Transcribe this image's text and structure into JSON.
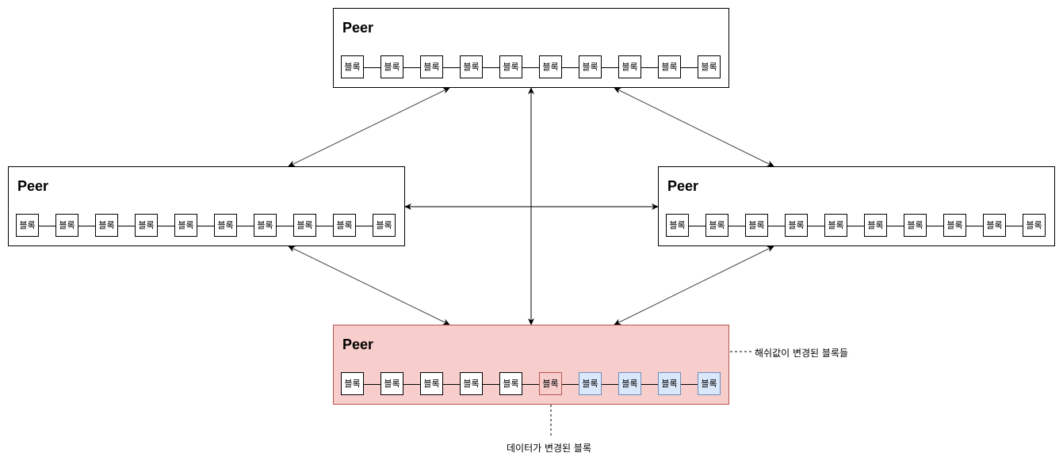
{
  "peers": [
    {
      "id": "top",
      "title": "Peer",
      "blocks": [
        "블록",
        "블록",
        "블록",
        "블록",
        "블록",
        "블록",
        "블록",
        "블록",
        "블록",
        "블록"
      ],
      "status": [
        "n",
        "n",
        "n",
        "n",
        "n",
        "n",
        "n",
        "n",
        "n",
        "n"
      ]
    },
    {
      "id": "left",
      "title": "Peer",
      "blocks": [
        "블록",
        "블록",
        "블록",
        "블록",
        "블록",
        "블록",
        "블록",
        "블록",
        "블록",
        "블록"
      ],
      "status": [
        "n",
        "n",
        "n",
        "n",
        "n",
        "n",
        "n",
        "n",
        "n",
        "n"
      ]
    },
    {
      "id": "right",
      "title": "Peer",
      "blocks": [
        "블록",
        "블록",
        "블록",
        "블록",
        "블록",
        "블록",
        "블록",
        "블록",
        "블록",
        "블록"
      ],
      "status": [
        "n",
        "n",
        "n",
        "n",
        "n",
        "n",
        "n",
        "n",
        "n",
        "n"
      ]
    },
    {
      "id": "bottom",
      "title": "Peer",
      "blocks": [
        "블록",
        "블록",
        "블록",
        "블록",
        "블록",
        "블록",
        "블록",
        "블록",
        "블록",
        "블록"
      ],
      "status": [
        "n",
        "n",
        "n",
        "n",
        "n",
        "changed",
        "hash",
        "hash",
        "hash",
        "hash"
      ]
    }
  ],
  "annotations": {
    "hash_changed": "해쉬값이 변경된 블록들",
    "data_changed": "데이터가 변경된 블록"
  },
  "colors": {
    "tampered_fill": "#f8cecc",
    "tampered_stroke": "#b85450",
    "hash_fill": "#dae8fc",
    "hash_stroke": "#6c8ebf"
  }
}
